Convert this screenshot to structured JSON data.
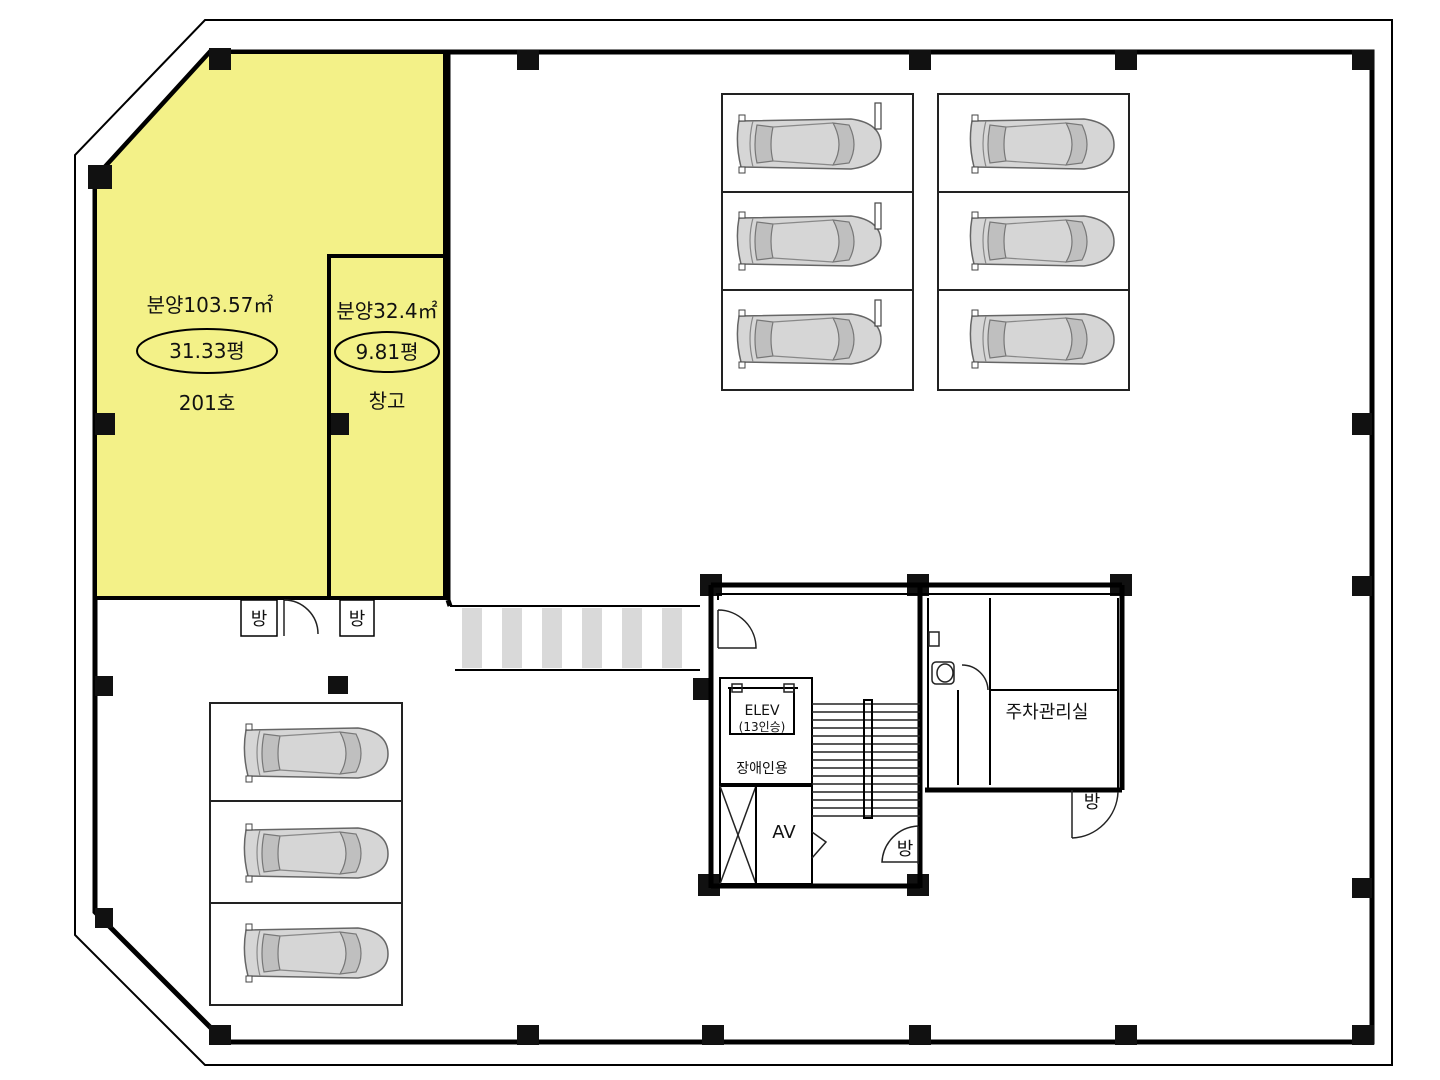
{
  "units": {
    "unit_201": {
      "area": "분양103.57㎡",
      "pyeong": "31.33평",
      "name": "201호",
      "highlight_color": "#f3f188"
    },
    "storage": {
      "area": "분양32.4㎡",
      "pyeong": "9.81평",
      "name": "창고",
      "highlight_color": "#f3f188"
    }
  },
  "core": {
    "elevator_label": "ELEV",
    "elevator_capacity": "(13인승)",
    "elevator_note": "장애인용",
    "av_label": "AV",
    "parking_office": "주차관리실"
  },
  "room_tags": {
    "room_tag_1": "방",
    "room_tag_2": "방",
    "room_tag_3": "방",
    "room_tag_4": "방"
  },
  "parking": {
    "top_block_cars": 6,
    "bottom_block_cars": 3
  }
}
